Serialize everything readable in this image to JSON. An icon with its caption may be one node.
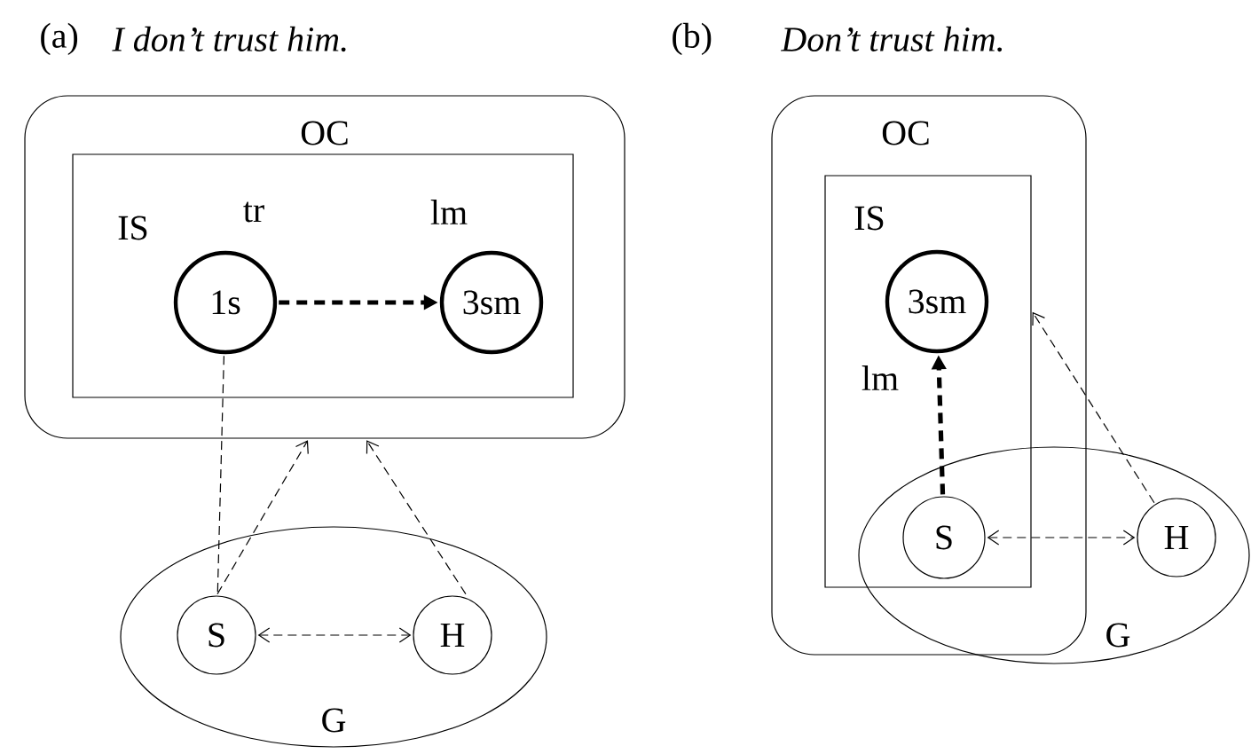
{
  "diagram": {
    "nodes": [
      {
        "text": [
          "OC"
        ]
      },
      {
        "text": [
          "IS"
        ],
        "in": 0
      },
      {
        "text": [
          "1s"
        ],
        "in": 1,
        "beside": [
          "tr"
        ]
      },
      {
        "text": [
          "3sm"
        ],
        "in": 1,
        "beside": [
          "lm"
        ]
      },
      {
        "text": [
          "G"
        ]
      },
      {
        "text": [
          "S"
        ],
        "in": 4
      },
      {
        "text": [
          "H"
        ],
        "in": 4
      },
      {
        "text": [
          "OC"
        ]
      },
      {
        "text": [
          "IS"
        ],
        "in": 7
      },
      {
        "text": [
          "3sm"
        ],
        "in": 8,
        "beside": [
          "lm"
        ]
      },
      {
        "text": [
          "G"
        ]
      },
      {
        "text": [
          "S"
        ]
      },
      {
        "text": [
          "H"
        ],
        "in": 10
      }
    ],
    "edges": [
      {
        "from": 2,
        "to": 3,
        "arrow": "to",
        "style": "dashed"
      },
      {
        "from": 2,
        "to": 5,
        "arrow": "none",
        "style": "dashed"
      },
      {
        "from": 5,
        "to": 0,
        "arrow": "to",
        "style": "dashed"
      },
      {
        "from": 6,
        "to": 0,
        "arrow": "to",
        "style": "dashed"
      },
      {
        "from": 5,
        "to": 6,
        "arrow": "both",
        "style": "dashed"
      },
      {
        "from": 11,
        "to": 9,
        "arrow": "to",
        "style": "dashed"
      },
      {
        "from": 12,
        "to": 8,
        "arrow": "to",
        "style": "dashed"
      },
      {
        "from": 11,
        "to": 12,
        "arrow": "both",
        "style": "dashed"
      }
    ],
    "labels": [
      "(a)",
      "I don’t trust him.",
      "(b)",
      "Don’t trust him."
    ]
  }
}
